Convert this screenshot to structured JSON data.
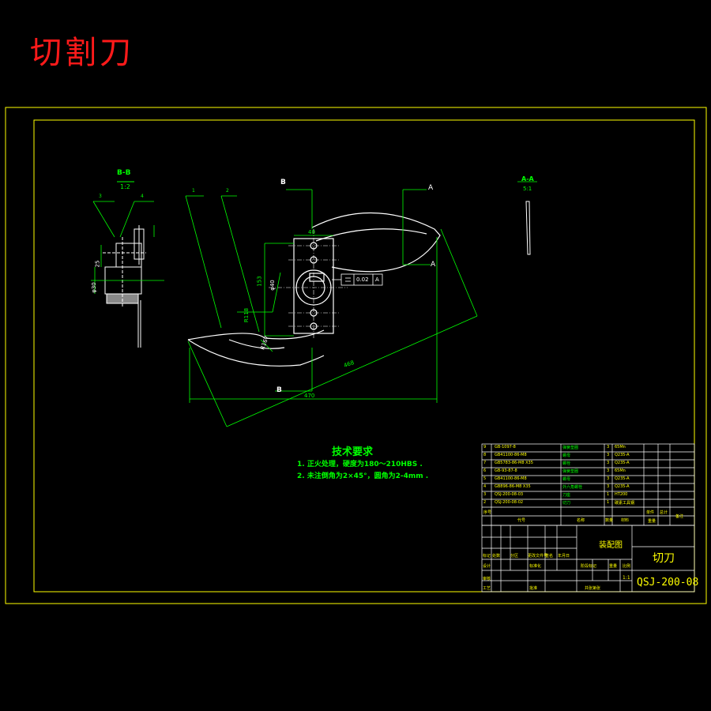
{
  "title": "切割刀",
  "tech_requirements": {
    "heading": "技术要求",
    "notes": [
      "1. 正火处理，硬度为180～210HBS .",
      "2. 未注倒角为2×45°，圆角为2-4mm ."
    ]
  },
  "title_block": {
    "part_name": "切刀",
    "drawing_no": "QSJ-200-08",
    "assembly_label": "装配图",
    "scale": "1:1",
    "row_labels": {
      "seq": "序号",
      "code": "代号",
      "name": "名称",
      "qty": "数量",
      "material": "材料",
      "unit_weight": "单件",
      "total_weight": "总计",
      "weight": "重量",
      "remark": "备注",
      "mark": "标记",
      "count": "处数",
      "zone": "分区",
      "change_doc": "更改文件号",
      "signature": "签名",
      "date": "年月日",
      "design": "设计",
      "standardization": "标准化",
      "stage_mark": "阶段标记",
      "weight2": "重量",
      "scale_label": "比例",
      "review": "审核",
      "process": "工艺",
      "approve": "批准",
      "sheets": "共张第张"
    },
    "bom_rows": [
      {
        "seq": "9",
        "code": "GB-1097-8",
        "name": "弹簧垫圈",
        "qty": "3",
        "material": "65Mn"
      },
      {
        "seq": "8",
        "code": "GB41100-86-M8",
        "name": "螺母",
        "qty": "3",
        "material": "Q235-A"
      },
      {
        "seq": "7",
        "code": "GB5783-86-M8 X35",
        "name": "螺栓",
        "qty": "3",
        "material": "Q235-A"
      },
      {
        "seq": "6",
        "code": "GB-93-87-8",
        "name": "弹簧垫圈",
        "qty": "3",
        "material": "65Mn"
      },
      {
        "seq": "5",
        "code": "GB41100-86-M8",
        "name": "螺母",
        "qty": "3",
        "material": "Q235-A"
      },
      {
        "seq": "4",
        "code": "GB896-86-M8 X35",
        "name": "外六角螺栓",
        "qty": "3",
        "material": "Q235-A"
      },
      {
        "seq": "3",
        "code": "QSJ-200-08-03",
        "name": "刀座",
        "qty": "1",
        "material": "HT200"
      },
      {
        "seq": "2",
        "code": "QSJ-200-08-02",
        "name": "切刀",
        "qty": "1",
        "material": "碳素工具钢"
      }
    ]
  },
  "drawing": {
    "section_b_label": "B-B",
    "section_b_scale": "1:2",
    "section_a_label": "A-A",
    "section_a_scale": "5:1",
    "arrow_b": "B",
    "arrow_a": "A",
    "dim_40": "40",
    "dim_153": "153",
    "dim_r118": "R118",
    "dim_r167": "R167",
    "dim_468": "468",
    "dim_470": "470",
    "dim_phi40": "φ40",
    "dim_25": "25",
    "dim_phi30": "φ30",
    "tolerance": "0.02",
    "datum": "A",
    "leader_1": "1",
    "leader_2": "2",
    "leader_3": "3",
    "leader_4": "4"
  },
  "colors": {
    "frame": "#ffff00",
    "geometry": "#ffffff",
    "dimension": "#00ff00",
    "title": "#ff1a1a"
  }
}
